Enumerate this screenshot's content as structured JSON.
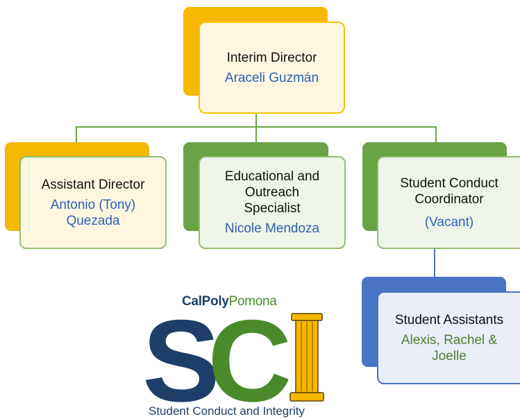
{
  "colors": {
    "gold": "#f6b800",
    "green": "#6ba246",
    "blue": "#4a74c4",
    "line_green": "#6ba246",
    "line_blue": "#4a74c4",
    "name_blue": "#2f5fb3",
    "name_green": "#4f7f2f",
    "logo_navy": "#1f3e6a",
    "logo_green": "#4a8a2a"
  },
  "org_chart": {
    "root": {
      "title": "Interim Director",
      "name": "Araceli Guzmán"
    },
    "assistant_director": {
      "title": "Assistant Director",
      "name_line1": "Antonio (Tony)",
      "name_line2": "Quezada"
    },
    "outreach_specialist": {
      "title_line1": "Educational and",
      "title_line2": "Outreach",
      "title_line3": "Specialist",
      "name": "Nicole Mendoza"
    },
    "conduct_coordinator": {
      "title_line1": "Student Conduct",
      "title_line2": "Coordinator",
      "name": "(Vacant)"
    },
    "student_assistants": {
      "title": "Student Assistants",
      "name_line1": "Alexis, Rachel &",
      "name_line2": "Joelle"
    }
  },
  "logo": {
    "brand_part1": "CalPoly",
    "brand_part2": "Pomona",
    "letters": "SC",
    "tagline": "Student Conduct and Integrity"
  }
}
